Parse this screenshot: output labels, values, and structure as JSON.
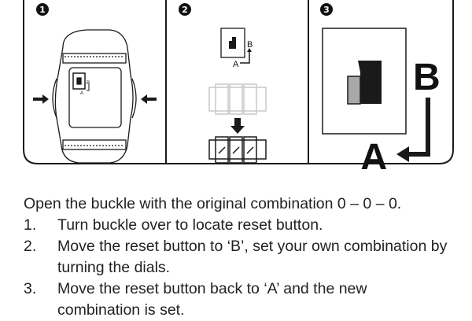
{
  "panels": [
    {
      "step_badge": "1",
      "labels": {
        "a": "A",
        "b": "B"
      }
    },
    {
      "step_badge": "2",
      "labels": {
        "a": "A",
        "b": "B"
      }
    },
    {
      "step_badge": "3",
      "labels": {
        "a": "A",
        "b": "B"
      }
    }
  ],
  "colors": {
    "ink": "#1a1a1a",
    "gray_switch": "#a8a8a8",
    "faded": "#c8c8c8"
  },
  "instructions": {
    "intro": "Open the buckle with the original combination 0 – 0 – 0.",
    "steps": [
      {
        "num": "1.",
        "text": "Turn buckle over to locate reset button."
      },
      {
        "num": "2.",
        "text": "Move the reset button to ‘B’, set your own combination by turning the dials."
      },
      {
        "num": "3.",
        "text": "Move the reset button back to ‘A’ and the new combination is set."
      }
    ]
  }
}
